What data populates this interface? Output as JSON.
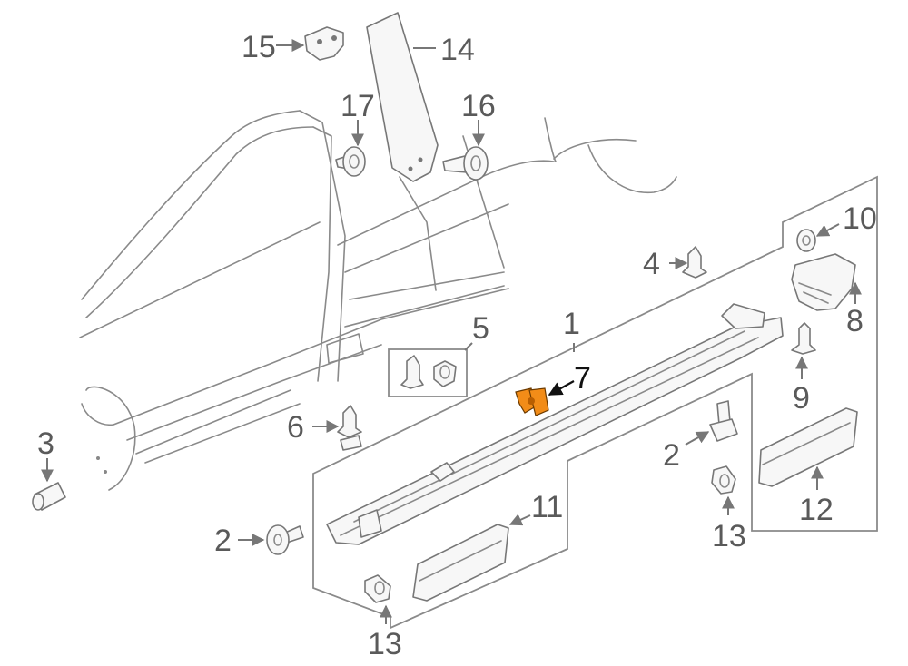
{
  "diagram": {
    "highlight_color": "#f28c18",
    "callouts": [
      {
        "id": "c1",
        "text": "1"
      },
      {
        "id": "c2a",
        "text": "2"
      },
      {
        "id": "c2b",
        "text": "2"
      },
      {
        "id": "c3",
        "text": "3"
      },
      {
        "id": "c4",
        "text": "4"
      },
      {
        "id": "c5",
        "text": "5"
      },
      {
        "id": "c6",
        "text": "6"
      },
      {
        "id": "c7",
        "text": "7"
      },
      {
        "id": "c8",
        "text": "8"
      },
      {
        "id": "c9",
        "text": "9"
      },
      {
        "id": "c10",
        "text": "10"
      },
      {
        "id": "c11",
        "text": "11"
      },
      {
        "id": "c12",
        "text": "12"
      },
      {
        "id": "c13a",
        "text": "13"
      },
      {
        "id": "c13b",
        "text": "13"
      },
      {
        "id": "c14",
        "text": "14"
      },
      {
        "id": "c15",
        "text": "15"
      },
      {
        "id": "c16",
        "text": "16"
      },
      {
        "id": "c17",
        "text": "17"
      }
    ]
  }
}
